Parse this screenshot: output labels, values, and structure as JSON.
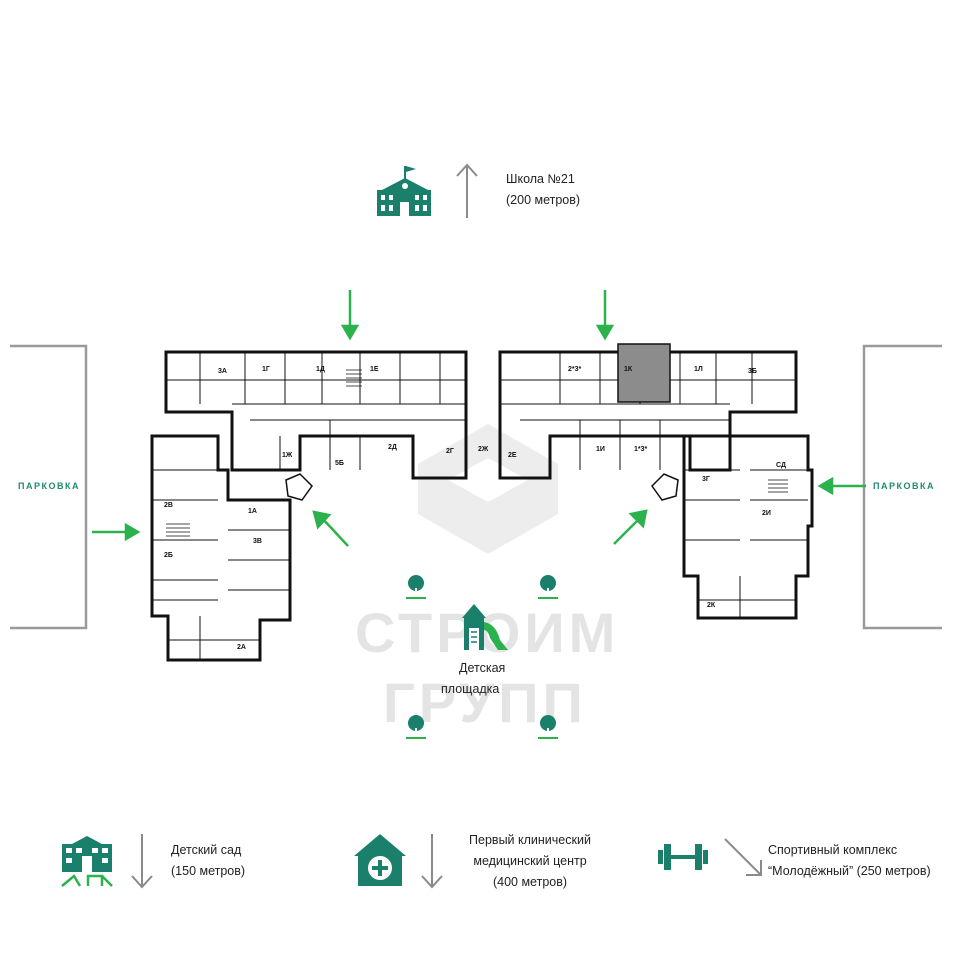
{
  "colors": {
    "accent": "#1a7f6b",
    "arrow_green": "#2bb24c",
    "arrow_grey": "#8a8a8a",
    "wall": "#111111"
  },
  "top": {
    "school": {
      "icon": "school-icon",
      "line1": "Школа №21",
      "line2": "(200 метров)"
    }
  },
  "parking": {
    "left": "ПАРКОВКА",
    "right": "ПАРКОВКА"
  },
  "playground": {
    "line1": "Детская",
    "line2": "площадка"
  },
  "watermark": {
    "line1": "СТРОИМ",
    "line2": "ГРУПП"
  },
  "bottom": {
    "kindergarten": {
      "line1": "Детский сад",
      "line2": "(150 метров)"
    },
    "clinic": {
      "line1": "Первый клинический",
      "line2": "медицинский центр",
      "line3": "(400 метров)"
    },
    "sport": {
      "line1": "Спортивный комплекс",
      "line2": "“Молодёжный” (250 метров)"
    }
  },
  "apartments": [
    "3А",
    "1Г",
    "1Д",
    "1Е",
    "2*3*",
    "1К",
    "1Л",
    "3Б",
    "1Ж",
    "5Б",
    "2Д",
    "2Г",
    "2Ж",
    "2Е",
    "1И",
    "1*3*",
    "2В",
    "2Б",
    "1А",
    "3В",
    "2А",
    "3Г",
    "СД",
    "2И",
    "2К"
  ]
}
